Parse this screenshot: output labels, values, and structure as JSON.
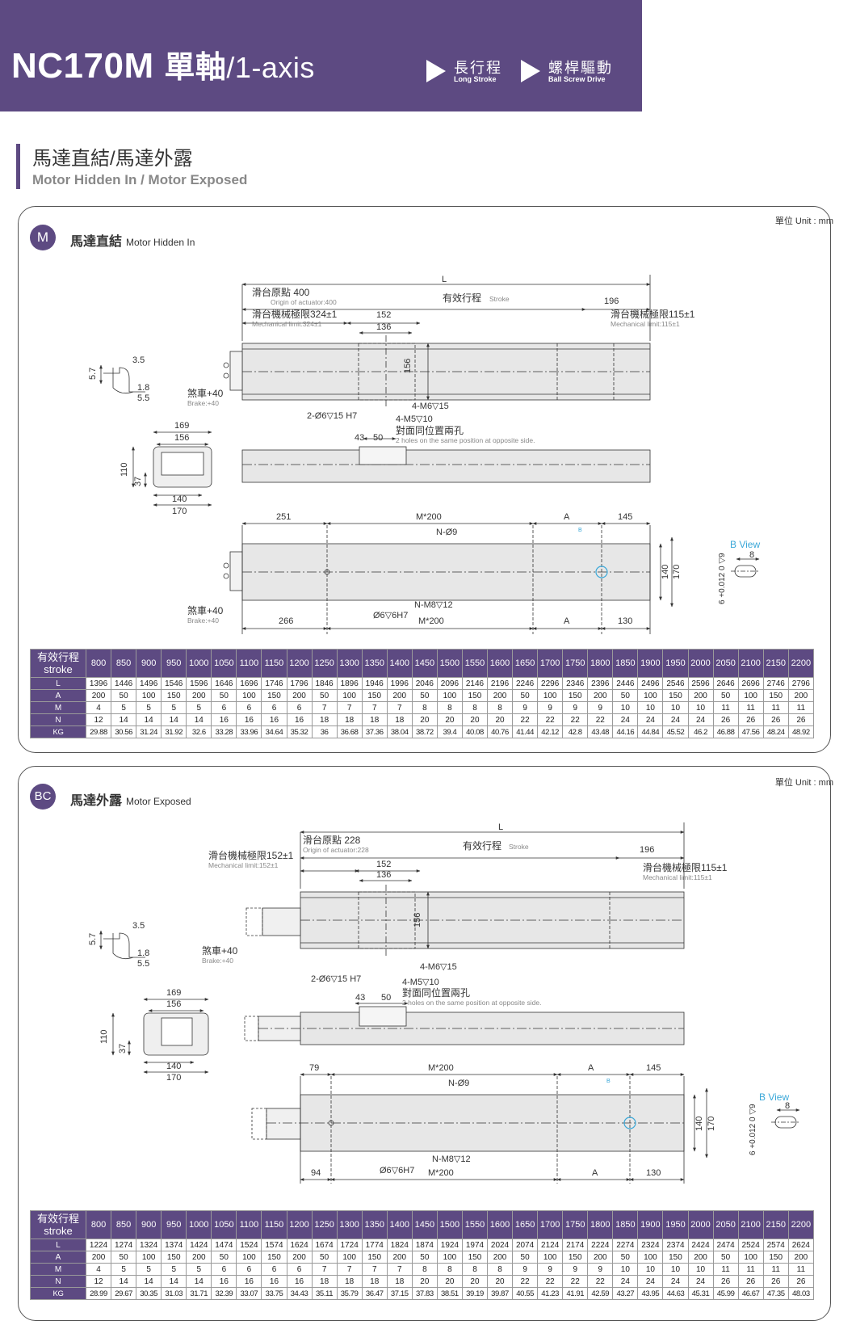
{
  "header": {
    "model": "NC170M",
    "title_cn": "單軸",
    "title_en": "/1-axis",
    "tags": [
      {
        "cn": "長行程",
        "en": "Long Stroke"
      },
      {
        "cn": "螺桿驅動",
        "en": "Ball Screw Drive"
      }
    ]
  },
  "section": {
    "title": "馬達直結/馬達外露",
    "subtitle": "Motor Hidden In / Motor Exposed"
  },
  "colors": {
    "brand": "#5d4a82",
    "accent": "#39a7d8"
  },
  "unit_label": "單位 Unit : mm",
  "panels": [
    {
      "badge": "M",
      "title_cn": "馬達直結",
      "title_en": "Motor Hidden In",
      "dims": {
        "L": "L",
        "origin_cn": "滑台原點 400",
        "origin_en": "Origin of actuator:400",
        "stroke_cn": "有效行程",
        "stroke_en": "Stroke",
        "d196": "196",
        "mech_left_cn": "滑台機械極限324±1",
        "mech_left_en": "Mechanical limit:324±1",
        "mech_right_cn": "滑台機械極限115±1",
        "mech_right_en": "Mechanical limit:115±1",
        "d152": "152",
        "d136": "136",
        "d156": "156",
        "d57": "5.7",
        "d35": "3.5",
        "d18": "1.8",
        "d55": "5.5",
        "brake1_cn": "煞車+40",
        "brake1_en": "Brake:+40",
        "hole1": "2-Ø6▽15 H7",
        "hole2": "4-M6▽15",
        "hole3": "4-M5▽10",
        "opp_cn": "對面同位置兩孔",
        "opp_en": "2 holes on the same position at opposite side.",
        "d169": "169",
        "d156b": "156",
        "d43": "43",
        "d50": "50",
        "d110": "110",
        "d37": "37",
        "d140": "140",
        "d170": "170",
        "d251": "251",
        "m200": "M*200",
        "nholes": "N-Ø9",
        "dA": "A",
        "d145": "145",
        "bmark": "B",
        "bview": "B View",
        "d8": "8",
        "tol": "6 +0.012 0 ▽9",
        "d140v": "140",
        "d170v": "170",
        "brake2_cn": "煞車+40",
        "brake2_en": "Brake:+40",
        "nm8": "N-M8▽12",
        "pin": "Ø6▽6H7",
        "d266": "266",
        "m200b": "M*200",
        "dA2": "A",
        "d130": "130"
      },
      "table": {
        "header_cn": "有效行程",
        "header_en": "stroke",
        "strokes": [
          "800",
          "850",
          "900",
          "950",
          "1000",
          "1050",
          "1100",
          "1150",
          "1200",
          "1250",
          "1300",
          "1350",
          "1400",
          "1450",
          "1500",
          "1550",
          "1600",
          "1650",
          "1700",
          "1750",
          "1800",
          "1850",
          "1900",
          "1950",
          "2000",
          "2050",
          "2100",
          "2150",
          "2200"
        ],
        "rows": [
          {
            "label": "L",
            "values": [
              "1396",
              "1446",
              "1496",
              "1546",
              "1596",
              "1646",
              "1696",
              "1746",
              "1796",
              "1846",
              "1896",
              "1946",
              "1996",
              "2046",
              "2096",
              "2146",
              "2196",
              "2246",
              "2296",
              "2346",
              "2396",
              "2446",
              "2496",
              "2546",
              "2596",
              "2646",
              "2696",
              "2746",
              "2796"
            ]
          },
          {
            "label": "A",
            "values": [
              "200",
              "50",
              "100",
              "150",
              "200",
              "50",
              "100",
              "150",
              "200",
              "50",
              "100",
              "150",
              "200",
              "50",
              "100",
              "150",
              "200",
              "50",
              "100",
              "150",
              "200",
              "50",
              "100",
              "150",
              "200",
              "50",
              "100",
              "150",
              "200"
            ]
          },
          {
            "label": "M",
            "values": [
              "4",
              "5",
              "5",
              "5",
              "5",
              "6",
              "6",
              "6",
              "6",
              "7",
              "7",
              "7",
              "7",
              "8",
              "8",
              "8",
              "8",
              "9",
              "9",
              "9",
              "9",
              "10",
              "10",
              "10",
              "10",
              "11",
              "11",
              "11",
              "11"
            ]
          },
          {
            "label": "N",
            "values": [
              "12",
              "14",
              "14",
              "14",
              "14",
              "16",
              "16",
              "16",
              "16",
              "18",
              "18",
              "18",
              "18",
              "20",
              "20",
              "20",
              "20",
              "22",
              "22",
              "22",
              "22",
              "24",
              "24",
              "24",
              "24",
              "26",
              "26",
              "26",
              "26"
            ]
          },
          {
            "label": "KG",
            "values": [
              "29.88",
              "30.56",
              "31.24",
              "31.92",
              "32.6",
              "33.28",
              "33.96",
              "34.64",
              "35.32",
              "36",
              "36.68",
              "37.36",
              "38.04",
              "38.72",
              "39.4",
              "40.08",
              "40.76",
              "41.44",
              "42.12",
              "42.8",
              "43.48",
              "44.16",
              "44.84",
              "45.52",
              "46.2",
              "46.88",
              "47.56",
              "48.24",
              "48.92"
            ]
          }
        ]
      }
    },
    {
      "badge": "BC",
      "title_cn": "馬達外露",
      "title_en": "Motor Exposed",
      "dims": {
        "L": "L",
        "origin_cn": "滑台原點 228",
        "origin_en": "Origin of actuator:228",
        "stroke_cn": "有效行程",
        "stroke_en": "Stroke",
        "d196": "196",
        "mech_left_cn": "滑台機械極限152±1",
        "mech_left_en": "Mechanical limit:152±1",
        "mech_right_cn": "滑台機械極限115±1",
        "mech_right_en": "Mechanical limit:115±1",
        "d152": "152",
        "d136": "136",
        "d156": "156",
        "d57": "5.7",
        "d35": "3.5",
        "d18": "1.8",
        "d55": "5.5",
        "brake1_cn": "煞車+40",
        "brake1_en": "Brake:+40",
        "hole1": "2-Ø6▽15 H7",
        "hole2": "4-M6▽15",
        "hole3": "4-M5▽10",
        "opp_cn": "對面同位置兩孔",
        "opp_en": "2 holes on the same position at opposite side.",
        "d169": "169",
        "d156b": "156",
        "d43": "43",
        "d50": "50",
        "d110": "110",
        "d37": "37",
        "d140": "140",
        "d170": "170",
        "d79": "79",
        "m200": "M*200",
        "nholes": "N-Ø9",
        "dA": "A",
        "d145": "145",
        "bmark": "B",
        "bview": "B View",
        "d8": "8",
        "tol": "6 +0.012 0 ▽9",
        "d140v": "140",
        "d170v": "170",
        "nm8": "N-M8▽12",
        "pin": "Ø6▽6H7",
        "d94": "94",
        "m200b": "M*200",
        "dA2": "A",
        "d130": "130"
      },
      "table": {
        "header_cn": "有效行程",
        "header_en": "stroke",
        "strokes": [
          "800",
          "850",
          "900",
          "950",
          "1000",
          "1050",
          "1100",
          "1150",
          "1200",
          "1250",
          "1300",
          "1350",
          "1400",
          "1450",
          "1500",
          "1550",
          "1600",
          "1650",
          "1700",
          "1750",
          "1800",
          "1850",
          "1900",
          "1950",
          "2000",
          "2050",
          "2100",
          "2150",
          "2200"
        ],
        "rows": [
          {
            "label": "L",
            "values": [
              "1224",
              "1274",
              "1324",
              "1374",
              "1424",
              "1474",
              "1524",
              "1574",
              "1624",
              "1674",
              "1724",
              "1774",
              "1824",
              "1874",
              "1924",
              "1974",
              "2024",
              "2074",
              "2124",
              "2174",
              "2224",
              "2274",
              "2324",
              "2374",
              "2424",
              "2474",
              "2524",
              "2574",
              "2624"
            ]
          },
          {
            "label": "A",
            "values": [
              "200",
              "50",
              "100",
              "150",
              "200",
              "50",
              "100",
              "150",
              "200",
              "50",
              "100",
              "150",
              "200",
              "50",
              "100",
              "150",
              "200",
              "50",
              "100",
              "150",
              "200",
              "50",
              "100",
              "150",
              "200",
              "50",
              "100",
              "150",
              "200"
            ]
          },
          {
            "label": "M",
            "values": [
              "4",
              "5",
              "5",
              "5",
              "5",
              "6",
              "6",
              "6",
              "6",
              "7",
              "7",
              "7",
              "7",
              "8",
              "8",
              "8",
              "8",
              "9",
              "9",
              "9",
              "9",
              "10",
              "10",
              "10",
              "10",
              "11",
              "11",
              "11",
              "11"
            ]
          },
          {
            "label": "N",
            "values": [
              "12",
              "14",
              "14",
              "14",
              "14",
              "16",
              "16",
              "16",
              "16",
              "18",
              "18",
              "18",
              "18",
              "20",
              "20",
              "20",
              "20",
              "22",
              "22",
              "22",
              "22",
              "24",
              "24",
              "24",
              "24",
              "26",
              "26",
              "26",
              "26"
            ]
          },
          {
            "label": "KG",
            "values": [
              "28.99",
              "29.67",
              "30.35",
              "31.03",
              "31.71",
              "32.39",
              "33.07",
              "33.75",
              "34.43",
              "35.11",
              "35.79",
              "36.47",
              "37.15",
              "37.83",
              "38.51",
              "39.19",
              "39.87",
              "40.55",
              "41.23",
              "41.91",
              "42.59",
              "43.27",
              "43.95",
              "44.63",
              "45.31",
              "45.99",
              "46.67",
              "47.35",
              "48.03"
            ]
          }
        ]
      }
    }
  ]
}
